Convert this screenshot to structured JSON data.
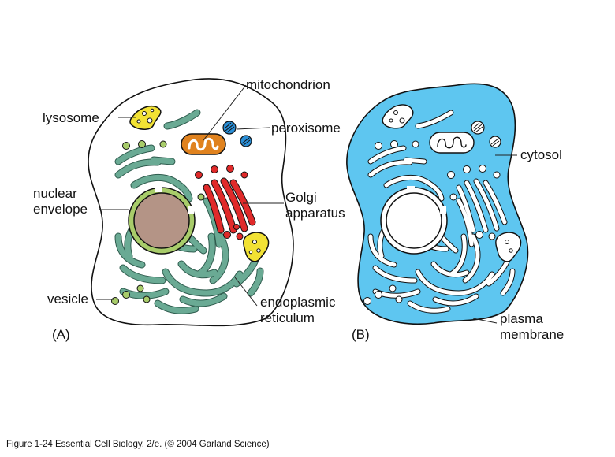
{
  "panels": {
    "a": "(A)",
    "b": "(B)"
  },
  "labels": {
    "mitochondrion": "mitochondrion",
    "lysosome": "lysosome",
    "peroxisome": "peroxisome",
    "nuclear_envelope_1": "nuclear",
    "nuclear_envelope_2": "envelope",
    "golgi_1": "Golgi",
    "golgi_2": "apparatus",
    "vesicle": "vesicle",
    "er_1": "endoplasmic",
    "er_2": "reticulum",
    "cytosol": "cytosol",
    "plasma_membrane_1": "plasma",
    "plasma_membrane_2": "membrane"
  },
  "caption": "Figure 1-24  Essential Cell Biology, 2/e. (© 2004 Garland Science)",
  "colors": {
    "er": "#6aaa94",
    "nucleus": "#b49486",
    "nuclear_envelope": "#a8cc6a",
    "golgi": "#e02a2a",
    "lysosome": "#f2e234",
    "mitochondrion": "#e0821e",
    "peroxisome": "#2a8ed6",
    "cytosol": "#5ec6f0",
    "vesicle": "#a8cc6a"
  }
}
